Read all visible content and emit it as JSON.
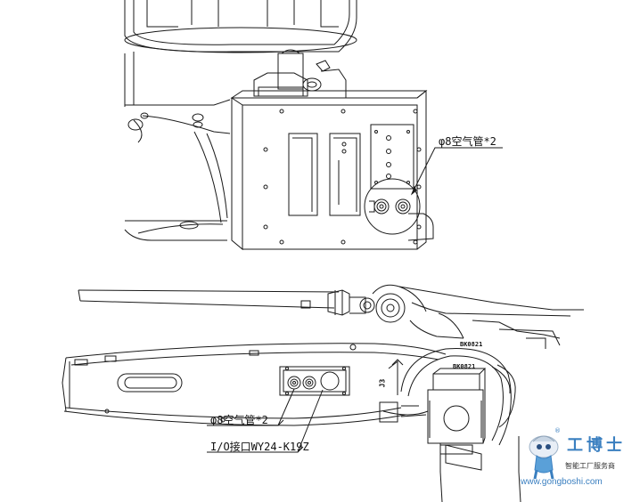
{
  "upper_view": {
    "air_tube_label": "φ8空气管*2"
  },
  "lower_view": {
    "air_tube_label": "φ8空气管*2",
    "io_connector_label": "I/O接口WY24-K19Z",
    "motor_tag_a": "BK0821",
    "motor_tag_b": "BK0821",
    "axis_marker": "J3"
  },
  "watermark": {
    "brand": "工博士",
    "reg_mark": "®",
    "tagline": "智能工厂服务商",
    "url": "www.gongboshi.com",
    "brand_color": "#3a7fc0"
  }
}
